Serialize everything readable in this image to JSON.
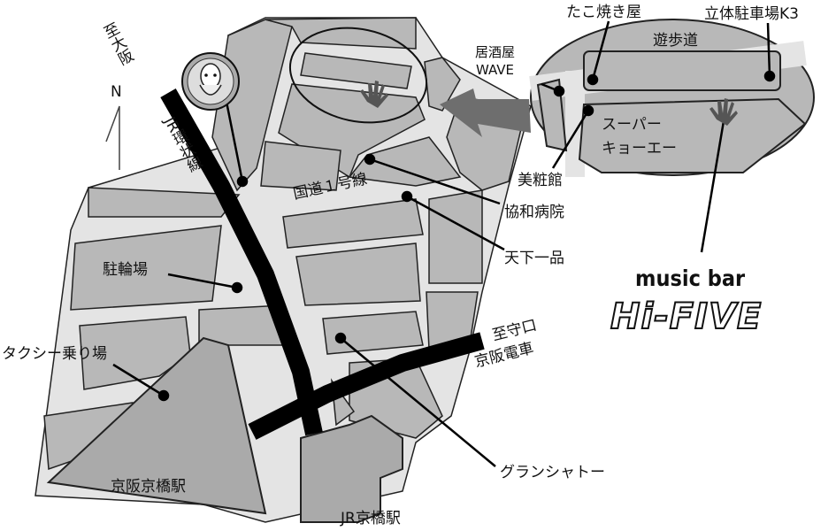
{
  "labels": {
    "to_osaka": "至大阪",
    "jr_loop_line": "JR環状線",
    "north": "N",
    "route1": "国道１号線",
    "bicycle_parking": "駐輪場",
    "taxi_stand": "タクシー乗り場",
    "keihan_kyobashi": "京阪京橋駅",
    "jr_kyobashi": "JR京橋駅",
    "to_moriguchi": "至守口",
    "keihan_line": "京阪電車",
    "grand_chateau": "グランシャトー",
    "tenkaippin": "天下一品",
    "kyowa_hospital": "協和病院",
    "bishokan": "美粧館",
    "izakaya_wave": "居酒屋\nWAVE",
    "takoyaki": "たこ焼き屋",
    "parking_k3": "立体駐車場K3",
    "promenade": "遊歩道",
    "supermarket": "スーパー\nキョーエー",
    "music_bar": "music bar",
    "hifive": "Hi-FIVE"
  },
  "icons": [
    "statue-medallion-icon",
    "hand-marker-icon",
    "north-arrow-icon"
  ],
  "colors": {
    "block": "#b8b8b8",
    "road": "#e8e8e8",
    "station": "#aaaaaa",
    "rail": "#000000",
    "arrow": "#6e6e6e"
  }
}
